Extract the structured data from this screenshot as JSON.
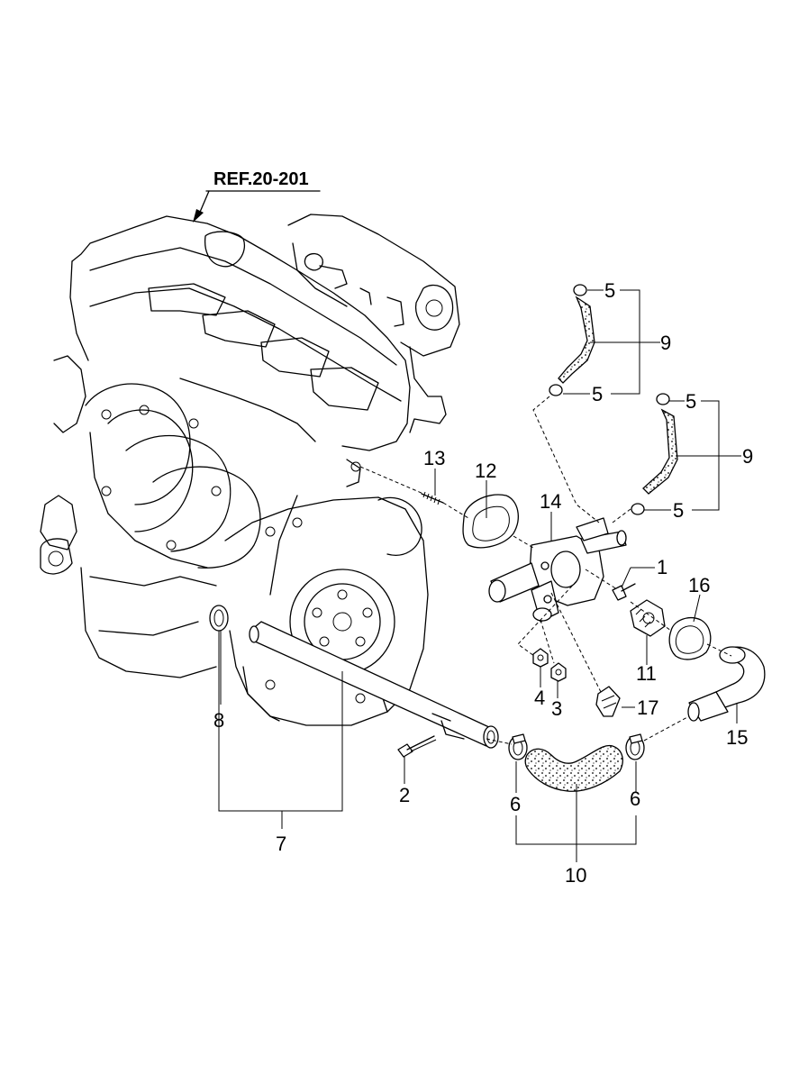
{
  "reference": {
    "label": "REF.20-201"
  },
  "callouts": {
    "c1": "1",
    "c2": "2",
    "c3": "3",
    "c4": "4",
    "c5a": "5",
    "c5b": "5",
    "c5c": "5",
    "c5d": "5",
    "c6a": "6",
    "c6b": "6",
    "c7": "7",
    "c8": "8",
    "c9a": "9",
    "c9b": "9",
    "c10": "10",
    "c11": "11",
    "c12": "12",
    "c13": "13",
    "c14": "14",
    "c15": "15",
    "c16": "16",
    "c17": "17"
  }
}
